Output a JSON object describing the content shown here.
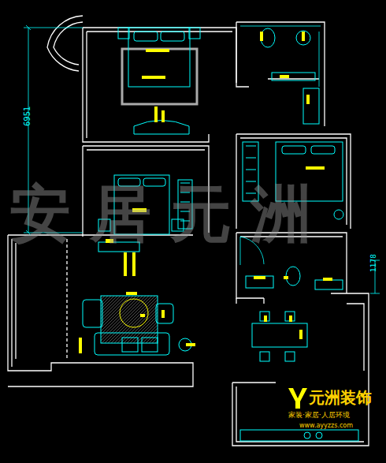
{
  "diagram": {
    "labels": [
      "6951",
      "1178",
      "安居元洲",
      "元洲装饰",
      "家装·家居·人居环境",
      "www.ayyzzs.com"
    ]
  }
}
